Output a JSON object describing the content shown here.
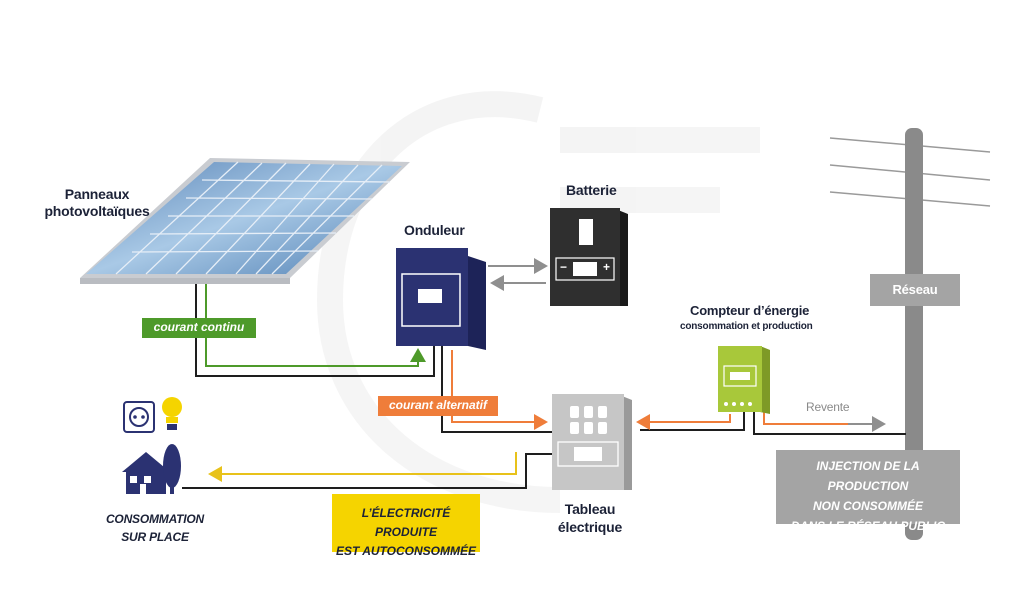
{
  "labels": {
    "panneaux": "Panneaux\nphotovoltaïques",
    "onduleur": "Onduleur",
    "batterie": "Batterie",
    "compteur_title": "Compteur d’énergie",
    "compteur_sub": "consommation et production",
    "reseau": "Réseau",
    "tableau": "Tableau\nélectrique",
    "consommation": "CONSOMMATION\nSUR PLACE",
    "revente": "Revente"
  },
  "tags": {
    "courant_continu": "courant continu",
    "courant_alternatif": "courant alternatif",
    "autoconsommee": "L’ÉLECTRICITÉ PRODUITE\nEST AUTOCONSOMMÉE",
    "injection": "INJECTION DE LA PRODUCTION\nNON CONSOMMÉE\nDANS LE RÉSEAU PUBLIC"
  },
  "battery_display": {
    "minus": "−",
    "plus": "+"
  },
  "colors": {
    "green": "#4e9a2a",
    "orange": "#ef7d3a",
    "yellow": "#f5d400",
    "navy": "#2b3272",
    "dark": "#2b2b2b",
    "grey": "#a4a4a4",
    "meter": "#a8c83a",
    "text": "#1c2237"
  }
}
